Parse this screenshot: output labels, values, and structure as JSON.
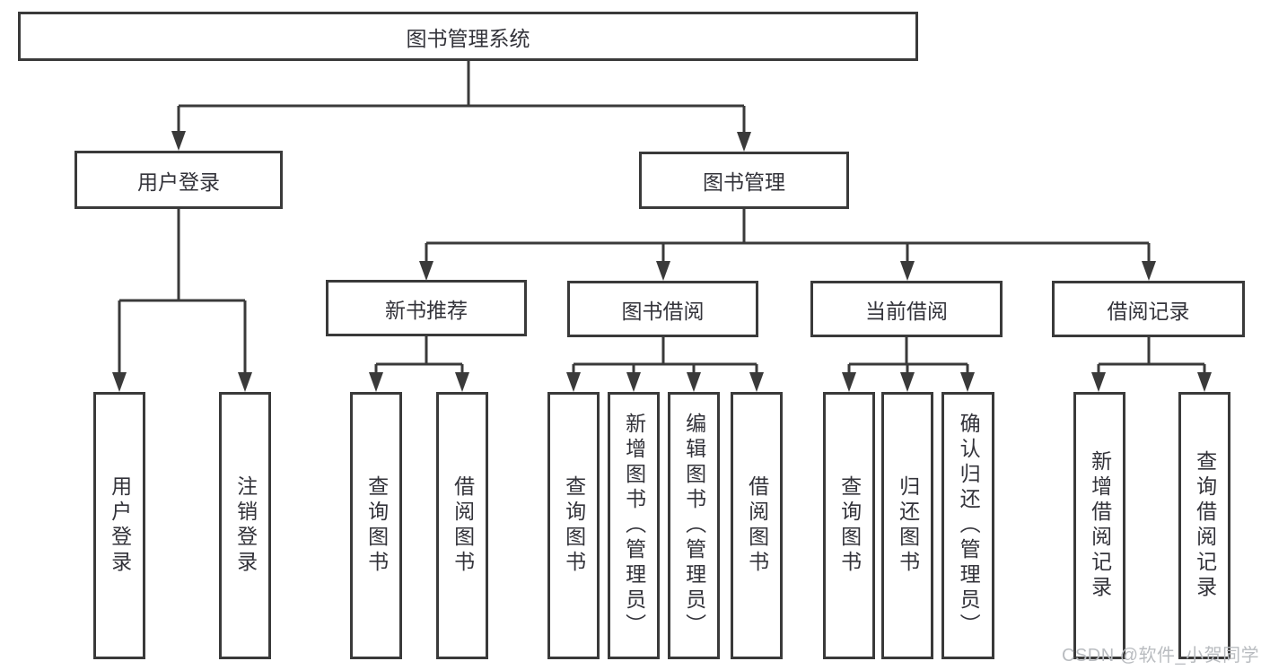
{
  "colors": {
    "bg": "#ffffff",
    "line": "#3a3a3a",
    "text": "#33333a",
    "watermark": "#b9bcc0"
  },
  "nodes": {
    "root": {
      "label": "图书管理系统"
    },
    "level2": [
      {
        "label": "用户登录"
      },
      {
        "label": "图书管理"
      }
    ],
    "level3": [
      {
        "label": "新书推荐"
      },
      {
        "label": "图书借阅"
      },
      {
        "label": "当前借阅"
      },
      {
        "label": "借阅记录"
      }
    ],
    "leaves": {
      "login": [
        {
          "label": "用户登录"
        },
        {
          "label": "注销登录"
        }
      ],
      "recommend": [
        {
          "label": "查询图书"
        },
        {
          "label": "借阅图书"
        }
      ],
      "borrow": [
        {
          "label": "查询图书"
        },
        {
          "label": "新增图书（管理员）"
        },
        {
          "label": "编辑图书（管理员）"
        },
        {
          "label": "借阅图书"
        }
      ],
      "current": [
        {
          "label": "查询图书"
        },
        {
          "label": "归还图书"
        },
        {
          "label": "确认归还（管理员）"
        }
      ],
      "records": [
        {
          "label": "新增借阅记录"
        },
        {
          "label": "查询借阅记录"
        }
      ]
    }
  },
  "watermark": {
    "text": "CSDN @软件_小贺同学"
  }
}
